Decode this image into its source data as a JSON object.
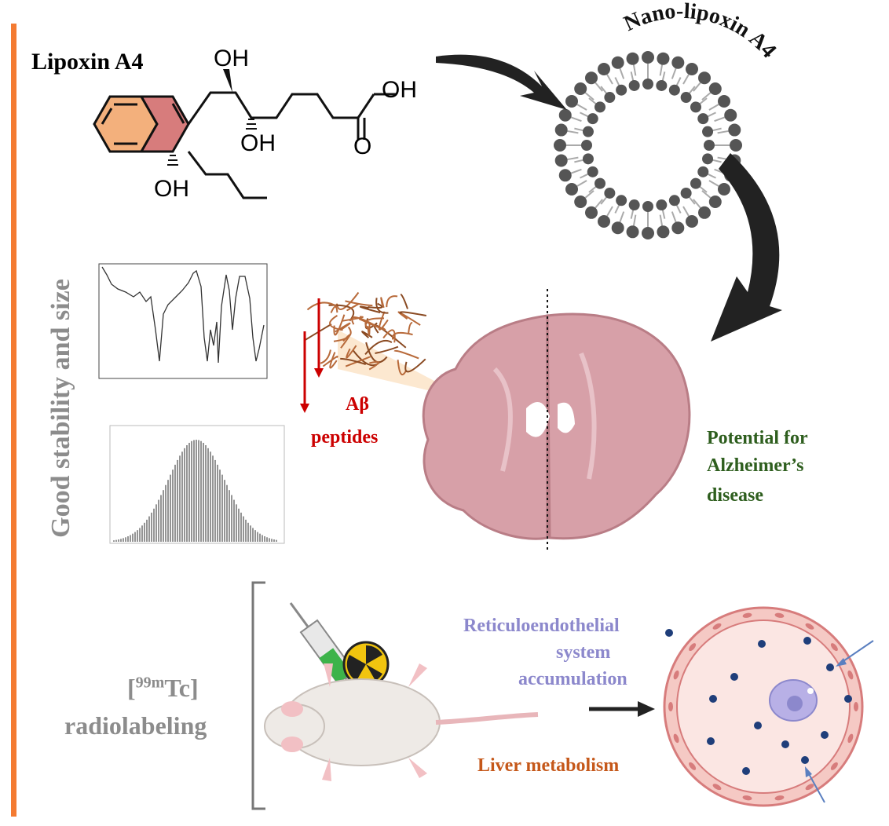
{
  "compound_name": "Lipoxin A4",
  "molecule_labels": {
    "oh_top": "OH",
    "oh_acid": "OH",
    "oh_mid": "OH",
    "carbonyl_o": "O",
    "oh_ring": "OH"
  },
  "nano_label": "Nano-lipoxin A4",
  "side_label": "Good stability and size",
  "abeta": {
    "line1": "Aβ",
    "line2": "peptides"
  },
  "potential": {
    "line1": "Potential for",
    "line2": "Alzheimer’s",
    "line3": "disease"
  },
  "radiolabel": {
    "prefix": "[",
    "sup": "99m",
    "element": "Tc]",
    "line2": "radiolabeling"
  },
  "res": {
    "line1": "Reticuloendothelial",
    "line2": "system",
    "line3": "accumulation"
  },
  "liver": "Liver metabolism",
  "colors": {
    "accent_bar": "#f47b32",
    "gray_text": "#8c8c8c",
    "abeta_red": "#cc0000",
    "potential_green": "#2e5e1e",
    "res_purple": "#8c88cc",
    "liver_orange": "#c5581a",
    "brain_pink": "#d7a0a8",
    "ring_orange": "#f3b07c",
    "ring_red": "#d77c7c"
  }
}
